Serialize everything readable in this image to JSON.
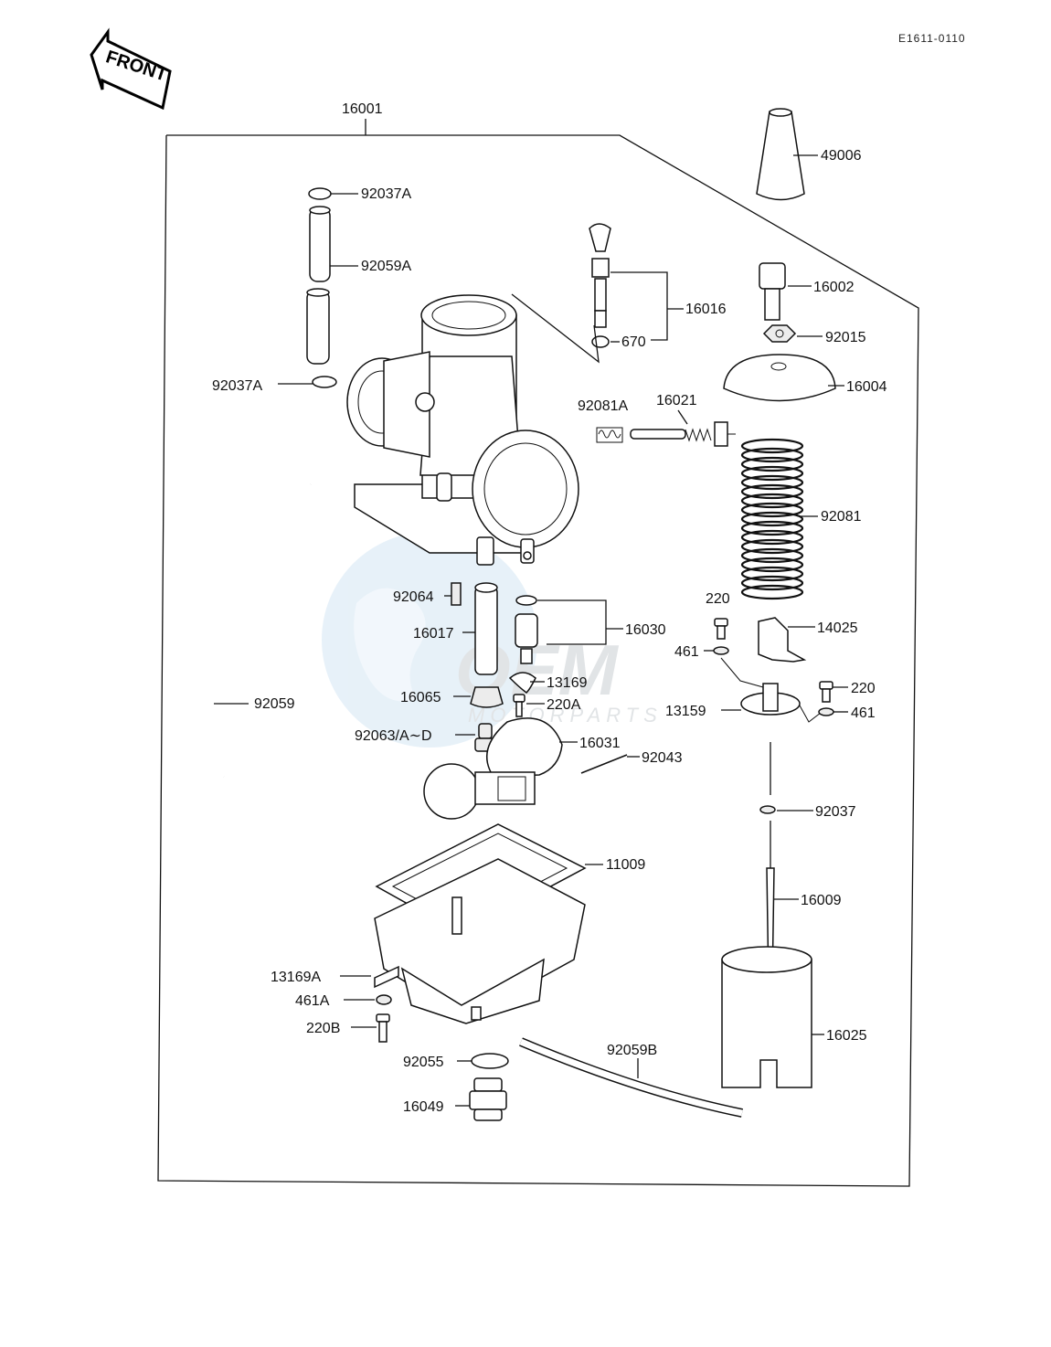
{
  "figure_code": "E1611-0110",
  "front_label": "FRONT",
  "watermark": {
    "brand": "OEM",
    "sub": "MOTORPARTS"
  },
  "labels": {
    "assembly": "16001",
    "p49006": "49006",
    "p92037A_top": "92037A",
    "p92059A": "92059A",
    "p16016": "16016",
    "p670": "670",
    "p16002": "16002",
    "p92015": "92015",
    "p92037A_low": "92037A",
    "p16004": "16004",
    "p92081A": "92081A",
    "p16021": "16021",
    "p92081": "92081",
    "p92064": "92064",
    "p16030": "16030",
    "p16017": "16017",
    "p220_a": "220",
    "p14025": "14025",
    "p461_a": "461",
    "p13169": "13169",
    "p16065": "16065",
    "p220A": "220A",
    "p220_b": "220",
    "p13159": "13159",
    "p461_b": "461",
    "p92059": "92059",
    "p92063": "92063/A∼D",
    "p16031": "16031",
    "p92043": "92043",
    "p92037": "92037",
    "p11009": "11009",
    "p16009": "16009",
    "p13169A": "13169A",
    "p461A": "461A",
    "p220B": "220B",
    "p16025": "16025",
    "p92059B": "92059B",
    "p92055": "92055",
    "p16049": "16049"
  }
}
